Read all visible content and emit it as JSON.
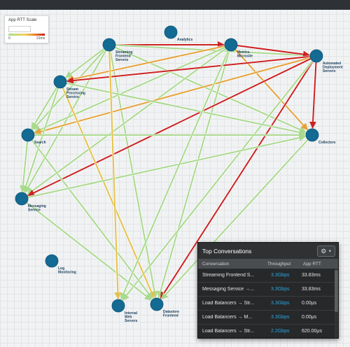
{
  "legend": {
    "title": "App RTT Scale",
    "min_label": "0",
    "max_label": "31ms"
  },
  "nodes": [
    {
      "id": "streaming",
      "label": [
        "Streaming",
        "Frontend",
        "Servers"
      ],
      "icon": "server-node-icon"
    },
    {
      "id": "analytics",
      "label": [
        "Analytics"
      ],
      "icon": "server-node-icon"
    },
    {
      "id": "metrics",
      "label": [
        "Metrics",
        "Microsite"
      ],
      "icon": "server-node-icon"
    },
    {
      "id": "automated",
      "label": [
        "Automated",
        "Deployment",
        "Servers"
      ],
      "icon": "server-node-icon"
    },
    {
      "id": "stream_proc",
      "label": [
        "Stream",
        "Processing",
        "Service"
      ],
      "icon": "server-node-icon"
    },
    {
      "id": "search",
      "label": [
        "Search"
      ],
      "icon": "server-node-icon"
    },
    {
      "id": "collectors",
      "label": [
        "Collectors"
      ],
      "icon": "server-node-icon"
    },
    {
      "id": "messaging",
      "label": [
        "Messaging",
        "Service"
      ],
      "icon": "server-node-icon"
    },
    {
      "id": "log",
      "label": [
        "Log",
        "Monitoring"
      ],
      "icon": "server-node-icon"
    },
    {
      "id": "internal",
      "label": [
        "Internal",
        "Web",
        "Servers"
      ],
      "icon": "server-node-icon"
    },
    {
      "id": "datastore",
      "label": [
        "Datastore",
        "Frontend"
      ],
      "icon": "server-node-icon"
    }
  ],
  "edges": [
    {
      "from": "streaming",
      "to": "metrics",
      "color": "#cc2222"
    },
    {
      "from": "streaming",
      "to": "automated",
      "color": "#a9d98d"
    },
    {
      "from": "streaming",
      "to": "stream_proc",
      "color": "#a9d98d"
    },
    {
      "from": "streaming",
      "to": "search",
      "color": "#a9d98d"
    },
    {
      "from": "streaming",
      "to": "messaging",
      "color": "#a9d98d"
    },
    {
      "from": "streaming",
      "to": "collectors",
      "color": "#a9d98d"
    },
    {
      "from": "streaming",
      "to": "datastore",
      "color": "#a9d98d"
    },
    {
      "from": "metrics",
      "to": "automated",
      "color": "#cc2222"
    },
    {
      "from": "metrics",
      "to": "stream_proc",
      "color": "#e5a33a"
    },
    {
      "from": "metrics",
      "to": "search",
      "color": "#a9d98d"
    },
    {
      "from": "metrics",
      "to": "messaging",
      "color": "#a9d98d"
    },
    {
      "from": "metrics",
      "to": "collectors",
      "color": "#e5a33a"
    },
    {
      "from": "metrics",
      "to": "datastore",
      "color": "#a9d98d"
    },
    {
      "from": "automated",
      "to": "stream_proc",
      "color": "#cc2222"
    },
    {
      "from": "automated",
      "to": "search",
      "color": "#e5a33a"
    },
    {
      "from": "automated",
      "to": "messaging",
      "color": "#cc2222"
    },
    {
      "from": "automated",
      "to": "collectors",
      "color": "#cc2222"
    },
    {
      "from": "automated",
      "to": "datastore",
      "color": "#cc2222"
    },
    {
      "from": "automated",
      "to": "internal",
      "color": "#a9d98d"
    },
    {
      "from": "stream_proc",
      "to": "collectors",
      "color": "#a9d98d"
    },
    {
      "from": "stream_proc",
      "to": "messaging",
      "color": "#a9d98d"
    },
    {
      "from": "stream_proc",
      "to": "datastore",
      "color": "#e5c24a"
    },
    {
      "from": "stream_proc",
      "to": "search",
      "color": "#a9d98d"
    },
    {
      "from": "search",
      "to": "datastore",
      "color": "#a9d98d"
    },
    {
      "from": "search",
      "to": "messaging",
      "color": "#a9d98d"
    },
    {
      "from": "search",
      "to": "collectors",
      "color": "#a9d98d"
    },
    {
      "from": "messaging",
      "to": "collectors",
      "color": "#a9d98d"
    },
    {
      "from": "messaging",
      "to": "datastore",
      "color": "#a9d98d"
    },
    {
      "from": "collectors",
      "to": "datastore",
      "color": "#a9d98d"
    },
    {
      "from": "metrics",
      "to": "internal",
      "color": "#a9d98d"
    },
    {
      "from": "streaming",
      "to": "internal",
      "color": "#e5c24a"
    }
  ],
  "panel": {
    "title": "Top Conversations",
    "gear_icon": "⚙",
    "columns": [
      "Conversation",
      "Throughput",
      "App RTT"
    ],
    "rows": [
      {
        "conversation": "Streaming Frontend S...",
        "throughput": "3.3Gbps",
        "rtt": "33.83ms"
      },
      {
        "conversation": "Messaging Service →...",
        "throughput": "3.3Gbps",
        "rtt": "33.83ms"
      },
      {
        "conversation": "Load Balancers → Str...",
        "throughput": "3.3Gbps",
        "rtt": "0.00µs"
      },
      {
        "conversation": "Load Balancers → M...",
        "throughput": "3.3Gbps",
        "rtt": "0.00µs"
      },
      {
        "conversation": "Load Balancers → Str...",
        "throughput": "2.2Gbps",
        "rtt": "620.00µs"
      }
    ]
  }
}
